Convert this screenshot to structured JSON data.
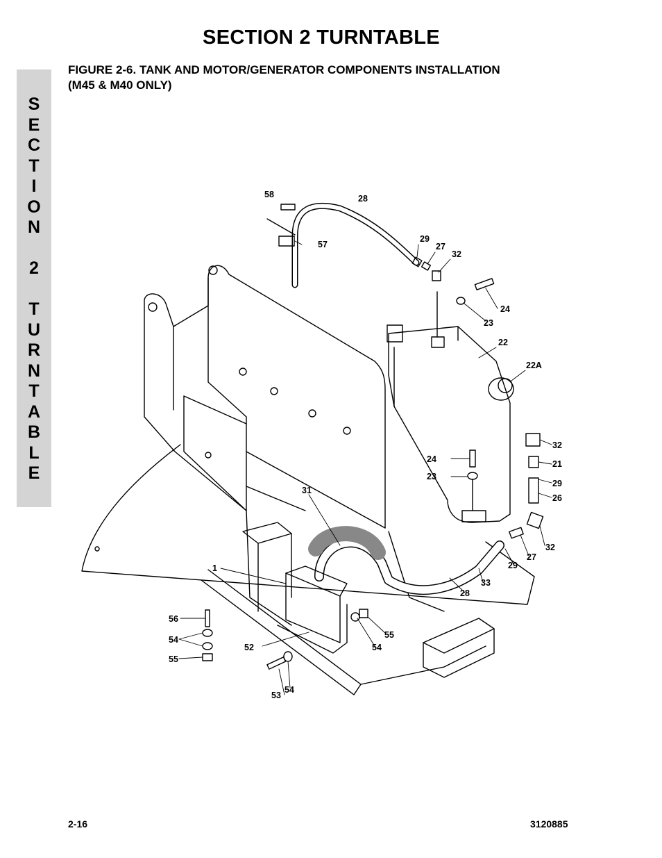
{
  "header": {
    "section_title": "SECTION 2  TURNTABLE",
    "figure_title_line1": "FIGURE 2-6.    TANK AND MOTOR/GENERATOR COMPONENTS INSTALLATION",
    "figure_title_line2": "(M45 & M40 ONLY)"
  },
  "side_tab": {
    "letters": [
      "S",
      "E",
      "C",
      "T",
      "I",
      "O",
      "N",
      "",
      "2",
      "",
      "T",
      "U",
      "R",
      "N",
      "T",
      "A",
      "B",
      "L",
      "E"
    ]
  },
  "callouts": [
    {
      "id": "c58",
      "text": "58"
    },
    {
      "id": "c28a",
      "text": "28"
    },
    {
      "id": "c57",
      "text": "57"
    },
    {
      "id": "c29a",
      "text": "29"
    },
    {
      "id": "c27a",
      "text": "27"
    },
    {
      "id": "c32a",
      "text": "32"
    },
    {
      "id": "c24a",
      "text": "24"
    },
    {
      "id": "c23a",
      "text": "23"
    },
    {
      "id": "c22",
      "text": "22"
    },
    {
      "id": "c22A",
      "text": "22A"
    },
    {
      "id": "c32b",
      "text": "32"
    },
    {
      "id": "c21",
      "text": "21"
    },
    {
      "id": "c29b",
      "text": "29"
    },
    {
      "id": "c26",
      "text": "26"
    },
    {
      "id": "c24b",
      "text": "24"
    },
    {
      "id": "c23b",
      "text": "23"
    },
    {
      "id": "c31",
      "text": "31"
    },
    {
      "id": "c32c",
      "text": "32"
    },
    {
      "id": "c27b",
      "text": "27"
    },
    {
      "id": "c29c",
      "text": "29"
    },
    {
      "id": "c33",
      "text": "33"
    },
    {
      "id": "c28b",
      "text": "28"
    },
    {
      "id": "c1",
      "text": "1"
    },
    {
      "id": "c56",
      "text": "56"
    },
    {
      "id": "c54a",
      "text": "54"
    },
    {
      "id": "c55a",
      "text": "55"
    },
    {
      "id": "c52",
      "text": "52"
    },
    {
      "id": "c55b",
      "text": "55"
    },
    {
      "id": "c54b",
      "text": "54"
    },
    {
      "id": "c53",
      "text": "53"
    },
    {
      "id": "c54c",
      "text": "54"
    }
  ],
  "footer": {
    "page_number": "2-16",
    "document_number": "3120885"
  }
}
